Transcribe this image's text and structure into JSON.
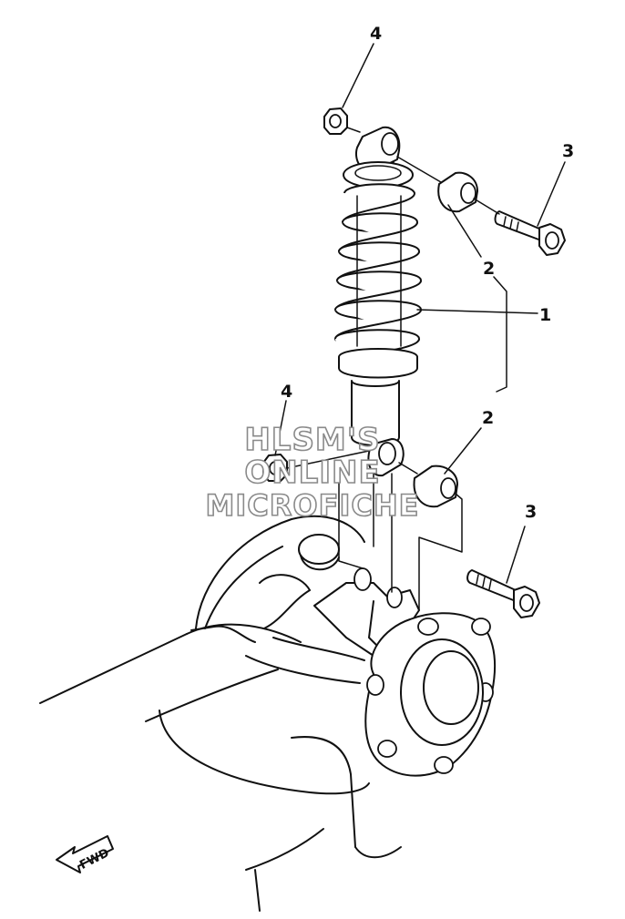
{
  "callouts": {
    "shock_absorber": "1",
    "bushing_upper": "2",
    "bushing_lower": "2",
    "bolt_upper": "3",
    "bolt_lower": "3",
    "nut_upper": "4",
    "nut_lower": "4"
  },
  "watermark": {
    "line1": "HLSM'S",
    "line2": "ONLINE",
    "line3": "MICROFICHE"
  },
  "direction_arrow": {
    "label": "FWD"
  },
  "colors": {
    "line": "#111111",
    "watermark_outline": "#8a8a8a",
    "background": "#ffffff"
  }
}
